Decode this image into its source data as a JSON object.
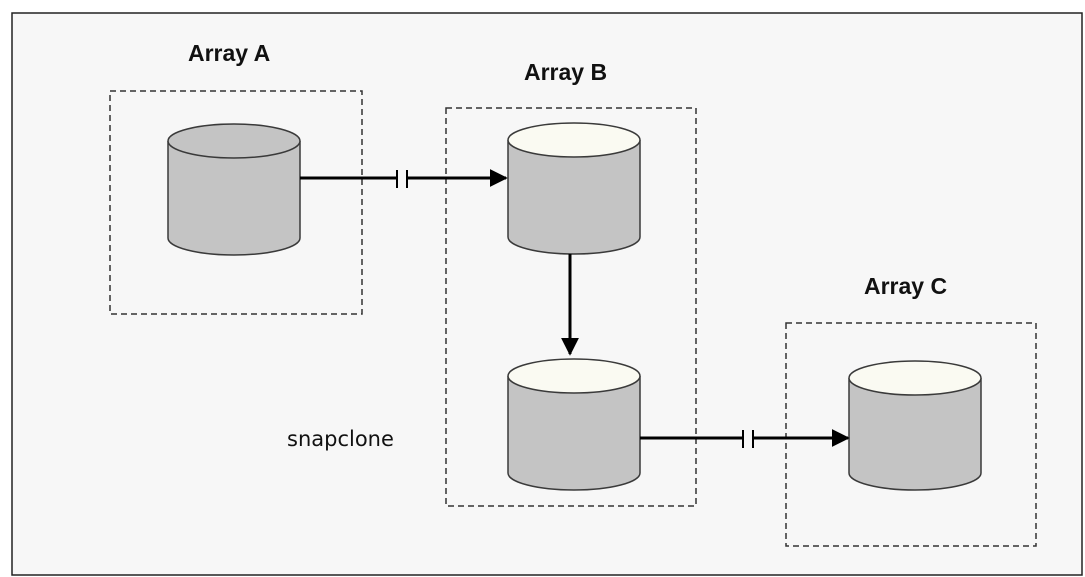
{
  "diagram": {
    "arrays": [
      {
        "id": "a",
        "label": "Array A"
      },
      {
        "id": "b",
        "label": "Array B"
      },
      {
        "id": "c",
        "label": "Array C"
      }
    ],
    "disks": [
      {
        "id": "disk-a",
        "array": "a"
      },
      {
        "id": "disk-b-source",
        "array": "b"
      },
      {
        "id": "disk-b-snapclone",
        "array": "b",
        "label": "snapclone"
      },
      {
        "id": "disk-c",
        "array": "c"
      }
    ],
    "links": [
      {
        "from": "disk-a",
        "to": "disk-b-source",
        "style": "broken-replication"
      },
      {
        "from": "disk-b-source",
        "to": "disk-b-snapclone",
        "style": "solid"
      },
      {
        "from": "disk-b-snapclone",
        "to": "disk-c",
        "style": "broken-replication"
      }
    ],
    "colors": {
      "background": "#f7f7f7",
      "frame": "#222222",
      "dashed_box": "#333333",
      "disk_body": "#c4c4c4",
      "disk_top_dark": "#c4c4c4",
      "disk_top_light": "#fafaf2",
      "disk_outline": "#3a3a3a",
      "arrow": "#000000"
    }
  }
}
